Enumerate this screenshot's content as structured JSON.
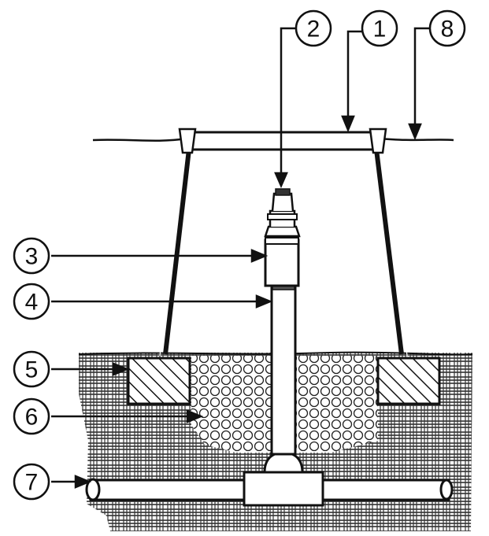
{
  "callouts": [
    {
      "id": "c1",
      "label": "1"
    },
    {
      "id": "c2",
      "label": "2"
    },
    {
      "id": "c3",
      "label": "3"
    },
    {
      "id": "c4",
      "label": "4"
    },
    {
      "id": "c5",
      "label": "5"
    },
    {
      "id": "c6",
      "label": "6"
    },
    {
      "id": "c7",
      "label": "7"
    },
    {
      "id": "c8",
      "label": "8"
    }
  ],
  "colors": {
    "line": "#111111",
    "background": "#ffffff"
  }
}
